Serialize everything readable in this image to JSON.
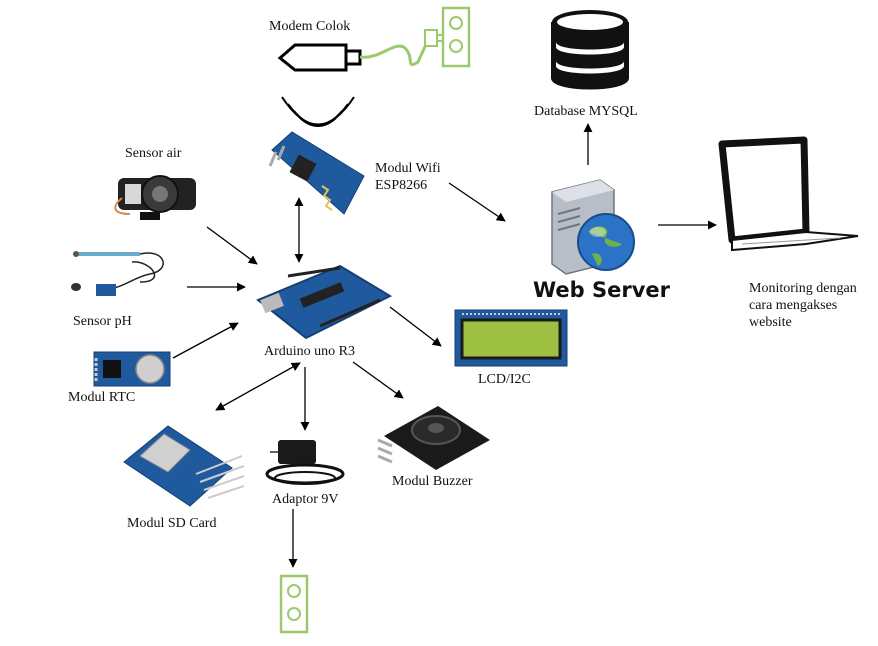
{
  "labels": {
    "modem": "Modem Colok",
    "database": "Database MYSQL",
    "sensor_air": "Sensor air",
    "wifi_line1": "Modul Wifi",
    "wifi_line2": "ESP8266",
    "sensor_ph": "Sensor pH",
    "arduino": "Arduino uno R3",
    "lcd": "LCD/I2C",
    "rtc": "Modul RTC",
    "buzzer": "Modul Buzzer",
    "sd_card": "Modul SD Card",
    "adaptor": "Adaptor 9V",
    "web_server": "Web Server",
    "monitoring_line1": "Monitoring dengan",
    "monitoring_line2": "cara mengakses",
    "monitoring_line3": "website"
  },
  "colors": {
    "board_blue": "#1f5a9e",
    "board_dark": "#163f73",
    "power_green": "#9cc96b",
    "lcd_green": "#9dc043",
    "arrow": "#000000"
  },
  "icons": [
    "usb-modem-icon",
    "wall-outlet-icon",
    "database-icon",
    "wifi-signal-icon",
    "esp8266-module-icon",
    "water-flow-sensor-icon",
    "ph-sensor-icon",
    "arduino-board-icon",
    "lcd-display-icon",
    "rtc-module-icon",
    "buzzer-module-icon",
    "sd-card-module-icon",
    "power-adaptor-icon",
    "server-globe-icon",
    "laptop-icon"
  ]
}
